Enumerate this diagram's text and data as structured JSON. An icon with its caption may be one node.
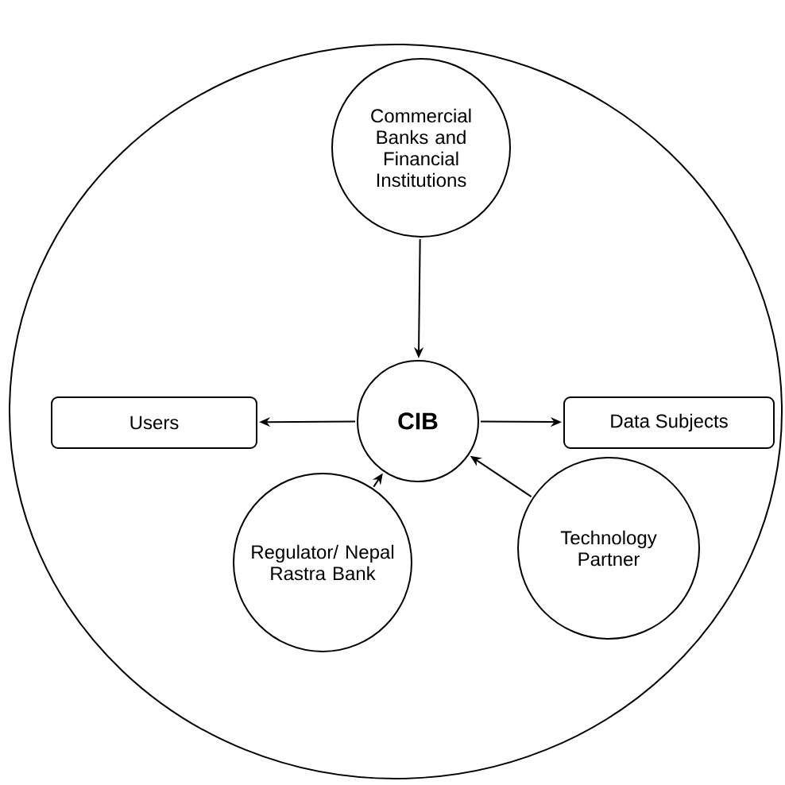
{
  "diagram": {
    "nodes": [
      {
        "text": [],
        "shape": "circle"
      },
      {
        "text": [
          "Commercial Banks and Financial Institutions"
        ],
        "in": 0
      },
      {
        "text": [
          "Users"
        ],
        "in": 0
      },
      {
        "text": [
          "CIB"
        ],
        "in": 0
      },
      {
        "text": [
          "Data Subjects"
        ],
        "in": 0
      },
      {
        "text": [
          "Regulator/ Nepal Rastra Bank"
        ],
        "in": 0
      },
      {
        "text": [
          "Technology Partner"
        ],
        "in": 0
      }
    ],
    "edges": [
      {
        "from": 1,
        "to": 3,
        "arrow": "to"
      },
      {
        "from": 3,
        "to": 2,
        "arrow": "to"
      },
      {
        "from": 3,
        "to": 4,
        "arrow": "to"
      },
      {
        "from": 5,
        "to": 3,
        "arrow": "to"
      },
      {
        "from": 6,
        "to": 3,
        "arrow": "to"
      }
    ]
  }
}
